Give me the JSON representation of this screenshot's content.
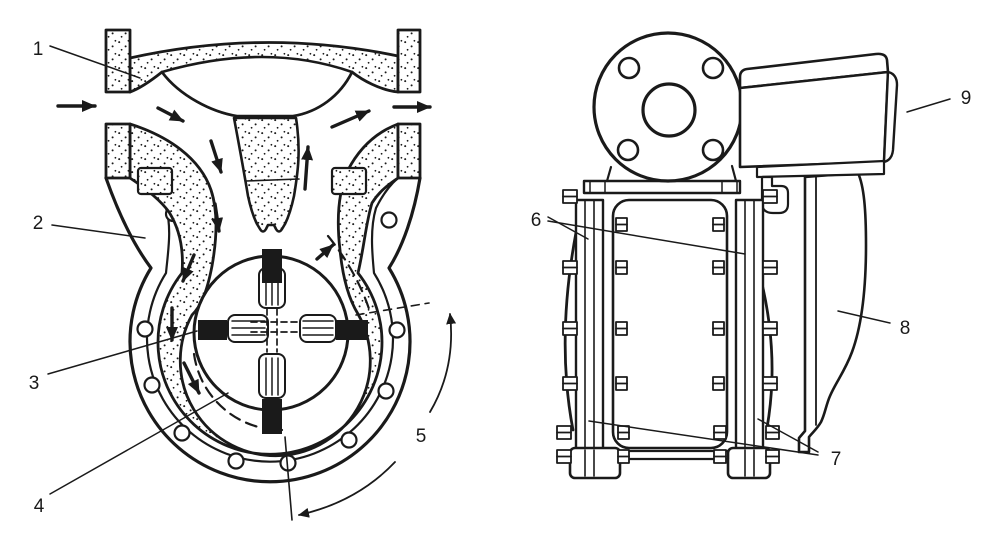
{
  "figure": {
    "background": "#ffffff",
    "ink": "#1a1a1a",
    "views": {
      "sectional_view": {
        "icon": "flow-arrows-icon",
        "callout_numbers": [
          "1",
          "2",
          "3",
          "4",
          "5"
        ]
      },
      "side_view": {
        "callout_numbers": [
          "6",
          "7",
          "8",
          "9"
        ]
      }
    }
  },
  "labels": {
    "n1": "1",
    "n2": "2",
    "n3": "3",
    "n4": "4",
    "n5": "5",
    "n6": "6",
    "n7": "7",
    "n8": "8",
    "n9": "9"
  }
}
